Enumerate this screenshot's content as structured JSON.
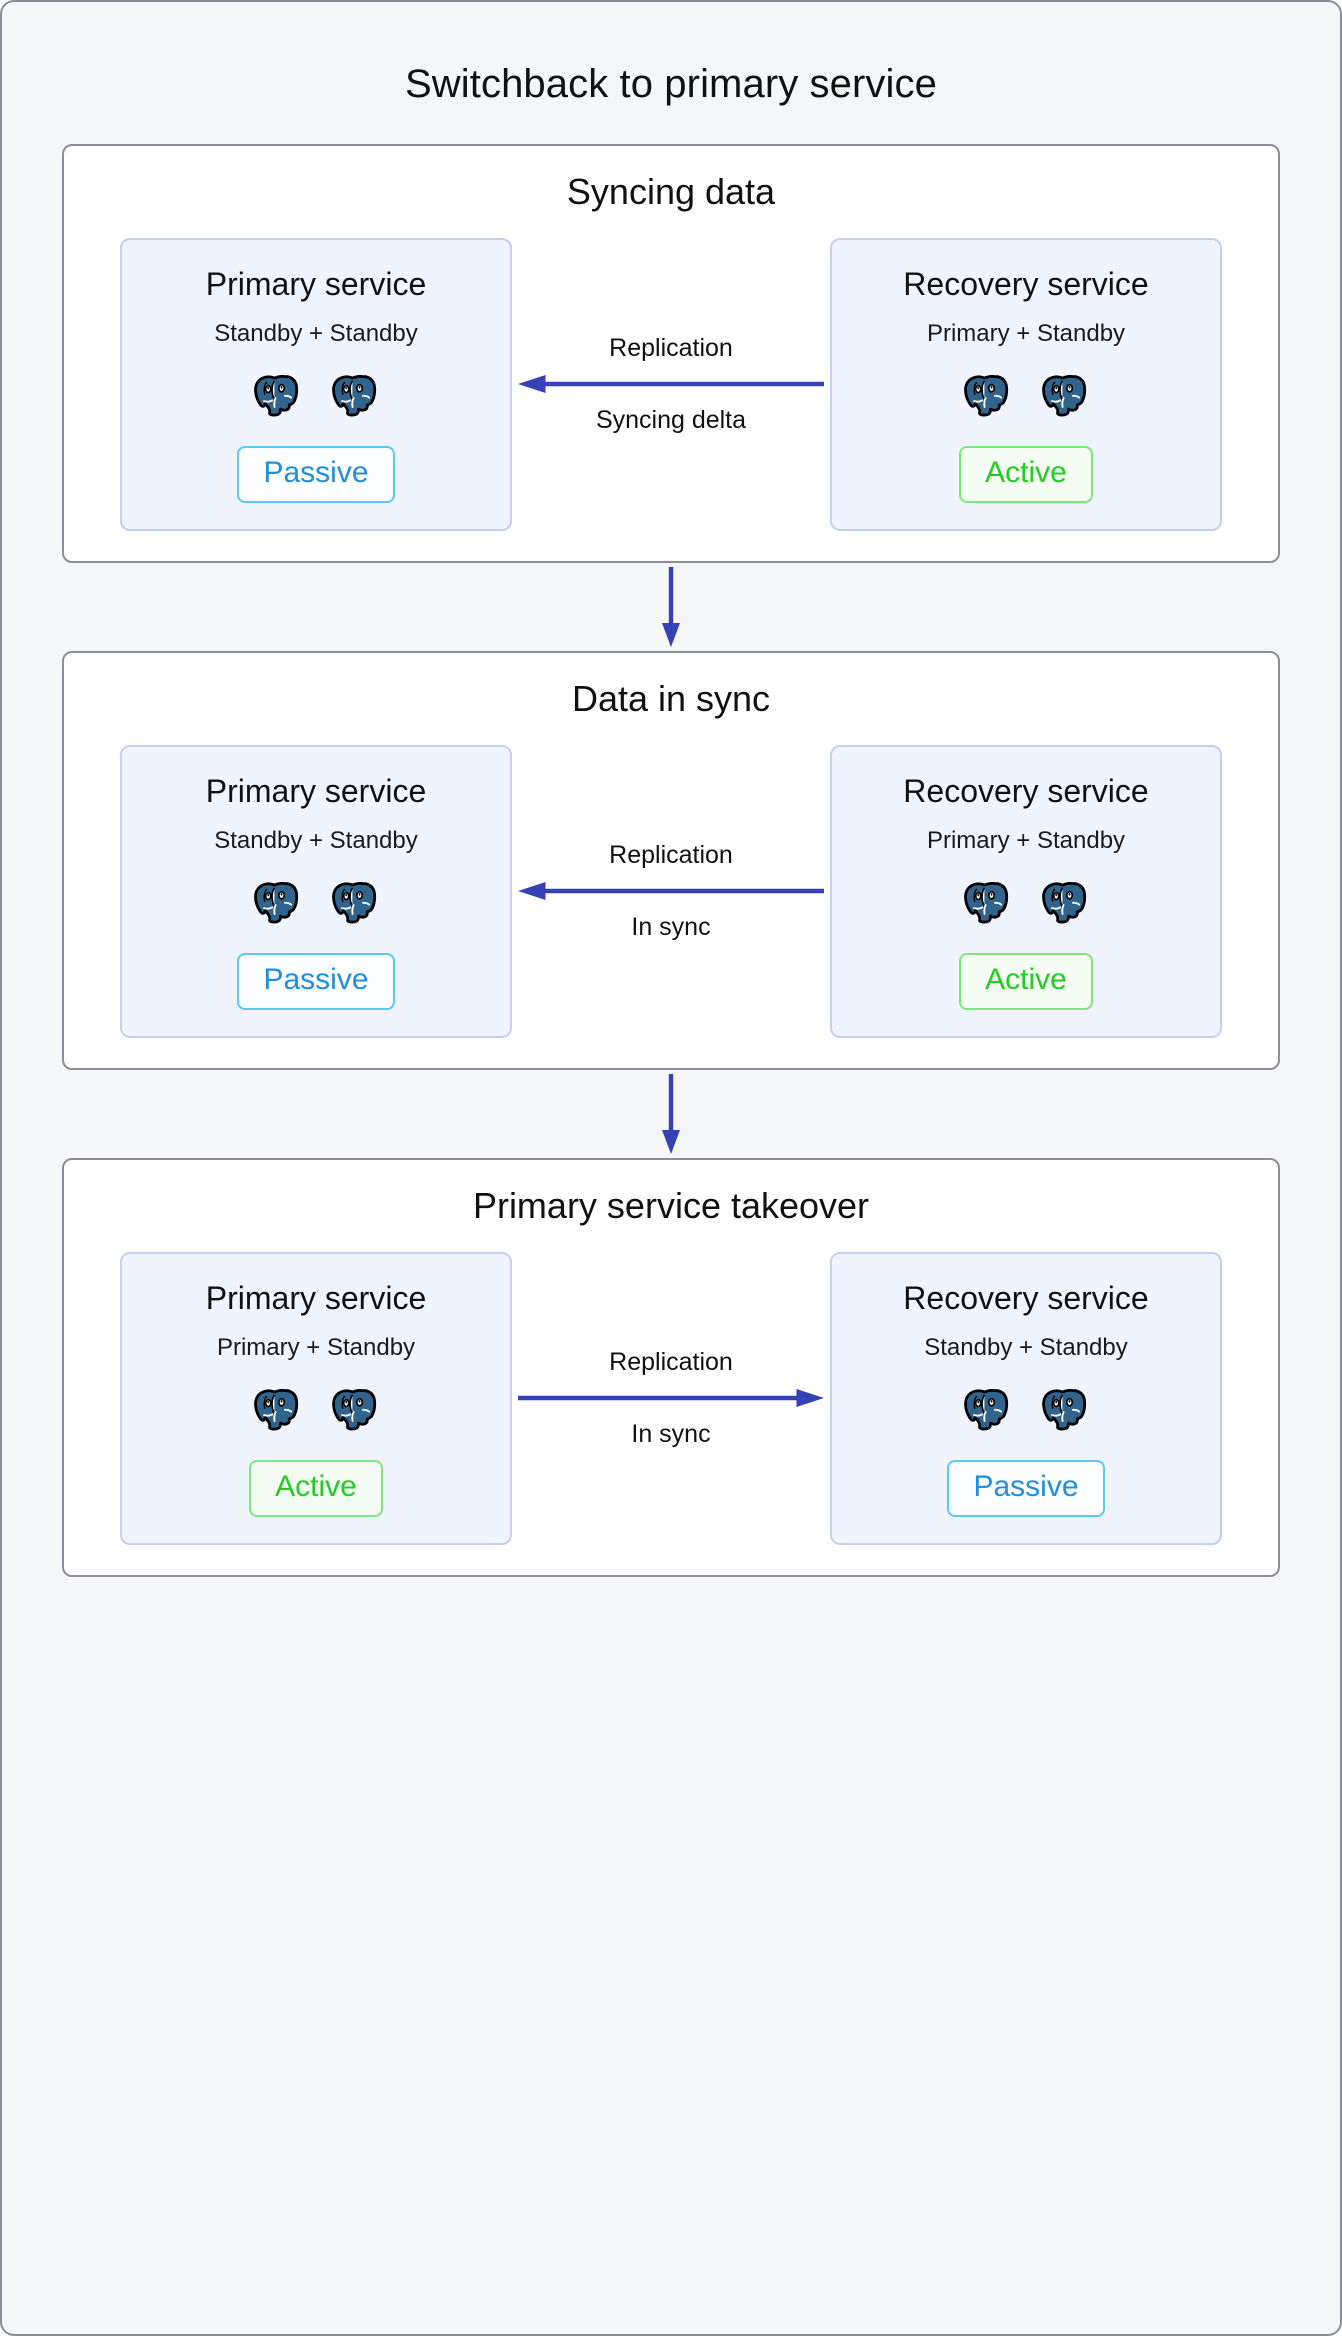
{
  "title": "Switchback to primary service",
  "colors": {
    "arrow": "#3641b8",
    "card_bg": "#f0f4fe",
    "card_border": "#c3d0f0",
    "panel_border": "#8d8d99",
    "page_bg": "#f5f6f8",
    "active_text": "#22cc22",
    "active_border": "#7be87b",
    "passive_text": "#1f8fdd",
    "passive_border": "#5bc8f5",
    "pg_blue": "#31648c"
  },
  "icons": {
    "node": "postgresql-elephant-icon",
    "flow_arrow": "arrow-icon",
    "step_arrow": "down-arrow-icon"
  },
  "stages": [
    {
      "title": "Syncing data",
      "left": {
        "name": "Primary service",
        "roles": "Standby + Standby",
        "nodes": 2,
        "status": "Passive",
        "status_kind": "passive"
      },
      "link": {
        "top_label": "Replication",
        "bottom_label": "Syncing delta",
        "direction": "left"
      },
      "right": {
        "name": "Recovery service",
        "roles": "Primary + Standby",
        "nodes": 2,
        "status": "Active",
        "status_kind": "active"
      }
    },
    {
      "title": "Data in sync",
      "left": {
        "name": "Primary service",
        "roles": "Standby + Standby",
        "nodes": 2,
        "status": "Passive",
        "status_kind": "passive"
      },
      "link": {
        "top_label": "Replication",
        "bottom_label": "In sync",
        "direction": "left"
      },
      "right": {
        "name": "Recovery service",
        "roles": "Primary + Standby",
        "nodes": 2,
        "status": "Active",
        "status_kind": "active"
      }
    },
    {
      "title": "Primary service takeover",
      "left": {
        "name": "Primary service",
        "roles": "Primary + Standby",
        "nodes": 2,
        "status": "Active",
        "status_kind": "active"
      },
      "link": {
        "top_label": "Replication",
        "bottom_label": "In sync",
        "direction": "right"
      },
      "right": {
        "name": "Recovery service",
        "roles": "Standby + Standby",
        "nodes": 2,
        "status": "Passive",
        "status_kind": "passive"
      }
    }
  ]
}
